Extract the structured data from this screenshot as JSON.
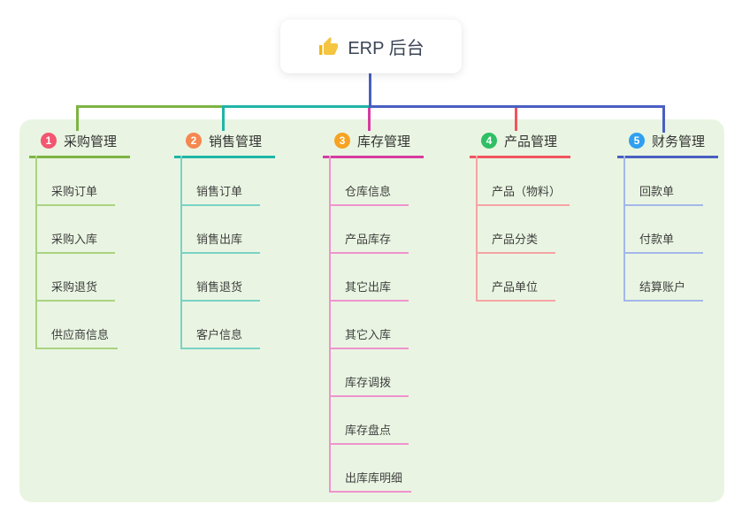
{
  "root": {
    "title": "ERP 后台",
    "icon": "thumbs-up-icon"
  },
  "branches": [
    {
      "index": "1",
      "label": "采购管理",
      "children": [
        "采购订单",
        "采购入库",
        "采购退货",
        "供应商信息"
      ]
    },
    {
      "index": "2",
      "label": "销售管理",
      "children": [
        "销售订单",
        "销售出库",
        "销售退货",
        "客户信息"
      ]
    },
    {
      "index": "3",
      "label": "库存管理",
      "children": [
        "仓库信息",
        "产品库存",
        "其它出库",
        "其它入库",
        "库存调拨",
        "库存盘点",
        "出库库明细"
      ]
    },
    {
      "index": "4",
      "label": "产品管理",
      "children": [
        "产品（物料）",
        "产品分类",
        "产品单位"
      ]
    },
    {
      "index": "5",
      "label": "财务管理",
      "children": [
        "回款单",
        "付款单",
        "结算账户"
      ]
    }
  ],
  "palette": {
    "panel_bg": "#e9f5e2",
    "root_connector": "#4a5fc1",
    "branch_line_colors": [
      "#7db442",
      "#1fb5a6",
      "#d63ba1",
      "#f2545f",
      "#4a5fc1"
    ],
    "badge_colors": [
      "#f25670",
      "#f5874f",
      "#f6a323",
      "#2fbf64",
      "#2f9ff0"
    ],
    "child_line_colors": [
      "#aad381",
      "#79d2c4",
      "#ef93ce",
      "#f6a3a6",
      "#a3b7ea"
    ],
    "thumb_icon_color": "#f2b616"
  }
}
